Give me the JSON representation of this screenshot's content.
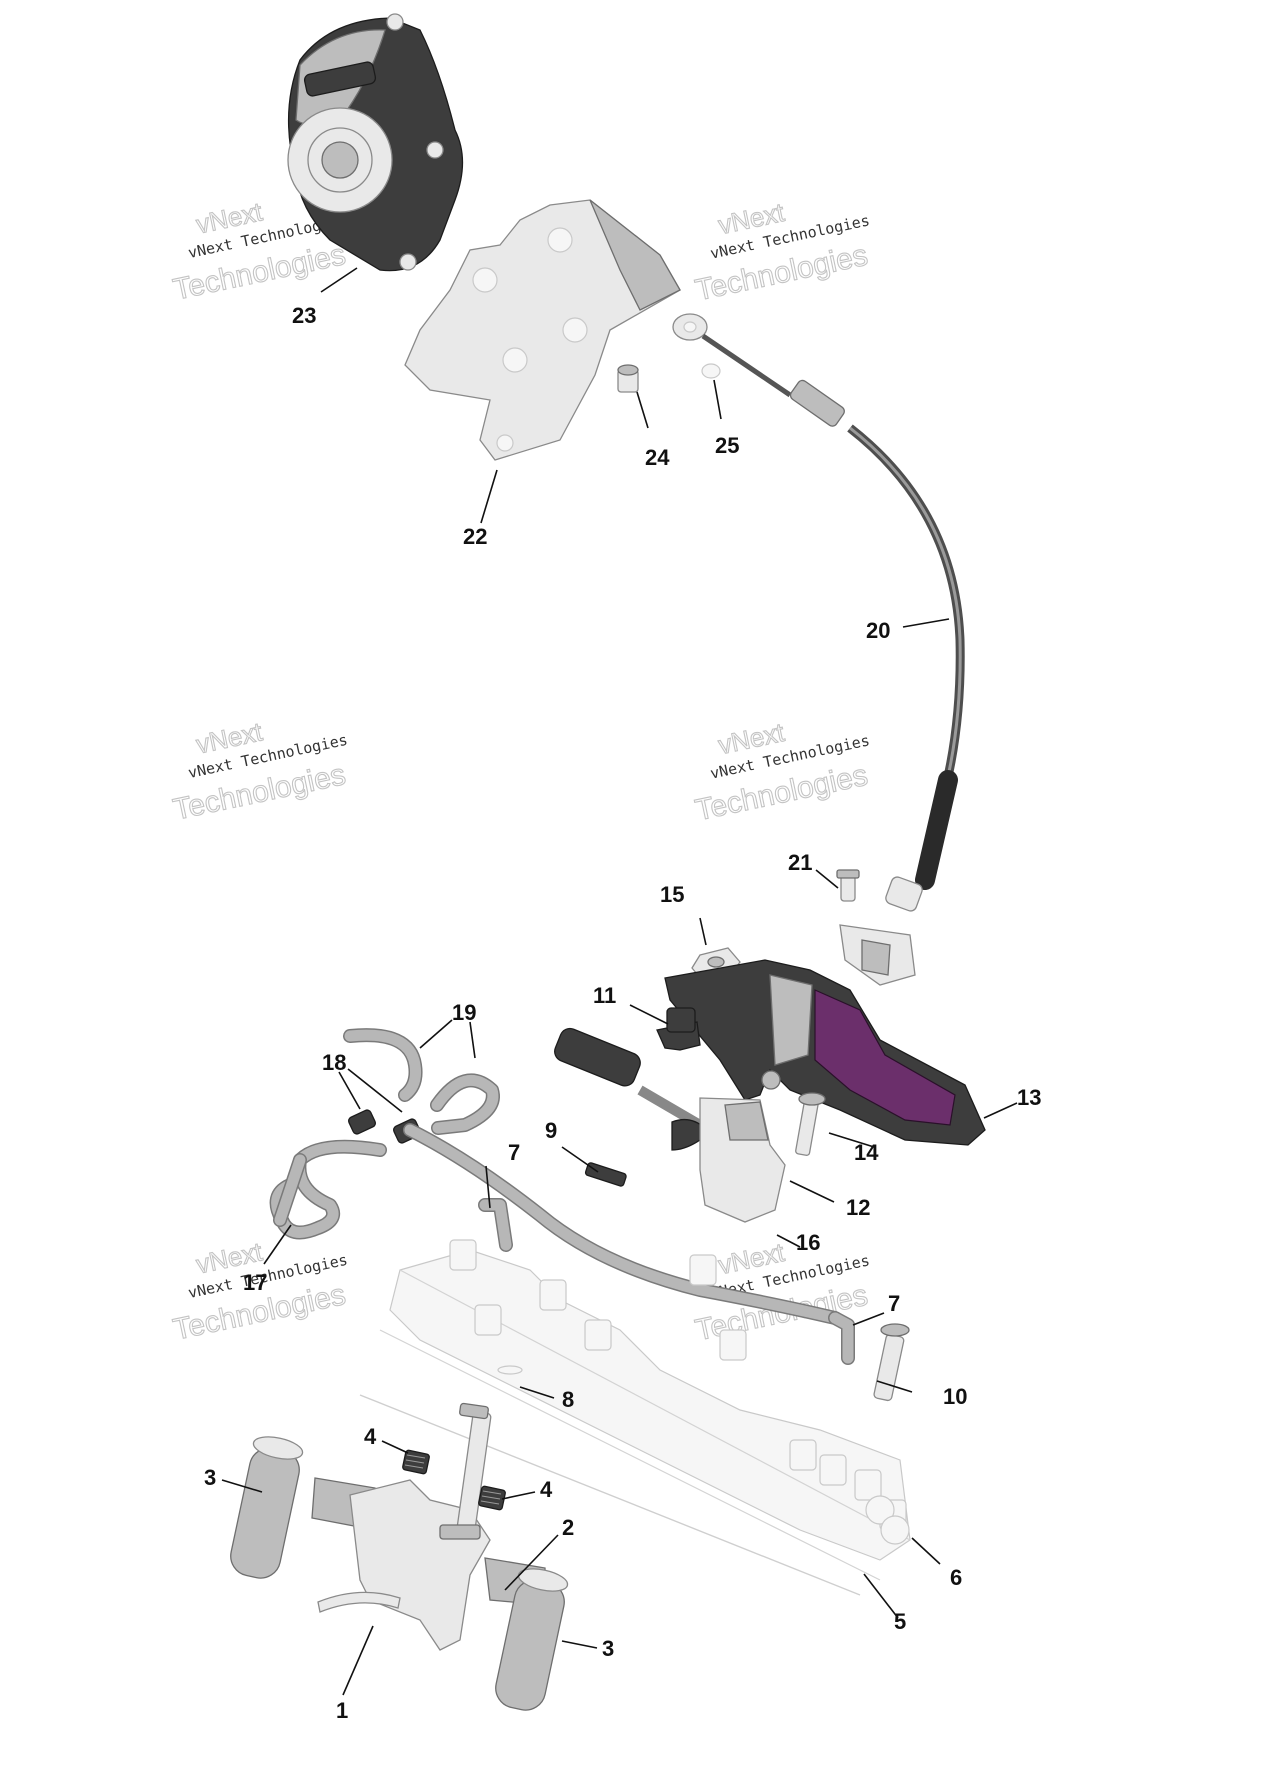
{
  "callouts": [
    {
      "id": "1",
      "label": "1"
    },
    {
      "id": "2",
      "label": "2"
    },
    {
      "id": "3a",
      "label": "3"
    },
    {
      "id": "3b",
      "label": "3"
    },
    {
      "id": "4a",
      "label": "4"
    },
    {
      "id": "4b",
      "label": "4"
    },
    {
      "id": "5",
      "label": "5"
    },
    {
      "id": "6",
      "label": "6"
    },
    {
      "id": "7a",
      "label": "7"
    },
    {
      "id": "7b",
      "label": "7"
    },
    {
      "id": "8",
      "label": "8"
    },
    {
      "id": "9",
      "label": "9"
    },
    {
      "id": "10",
      "label": "10"
    },
    {
      "id": "11",
      "label": "11"
    },
    {
      "id": "12",
      "label": "12"
    },
    {
      "id": "13",
      "label": "13"
    },
    {
      "id": "14",
      "label": "14"
    },
    {
      "id": "15",
      "label": "15"
    },
    {
      "id": "16",
      "label": "16"
    },
    {
      "id": "17",
      "label": "17"
    },
    {
      "id": "18",
      "label": "18"
    },
    {
      "id": "19",
      "label": "19"
    },
    {
      "id": "20",
      "label": "20"
    },
    {
      "id": "21",
      "label": "21"
    },
    {
      "id": "22",
      "label": "22"
    },
    {
      "id": "23",
      "label": "23"
    },
    {
      "id": "24",
      "label": "24"
    },
    {
      "id": "25",
      "label": "25"
    }
  ],
  "watermark": {
    "line1": "vNext Technologies",
    "line2": "Technologies",
    "line3": "vNext"
  },
  "colors": {
    "actuator_accent": "#6b2f6b",
    "part_dark": "#3d3d3d",
    "part_light": "#e9e9e9"
  }
}
